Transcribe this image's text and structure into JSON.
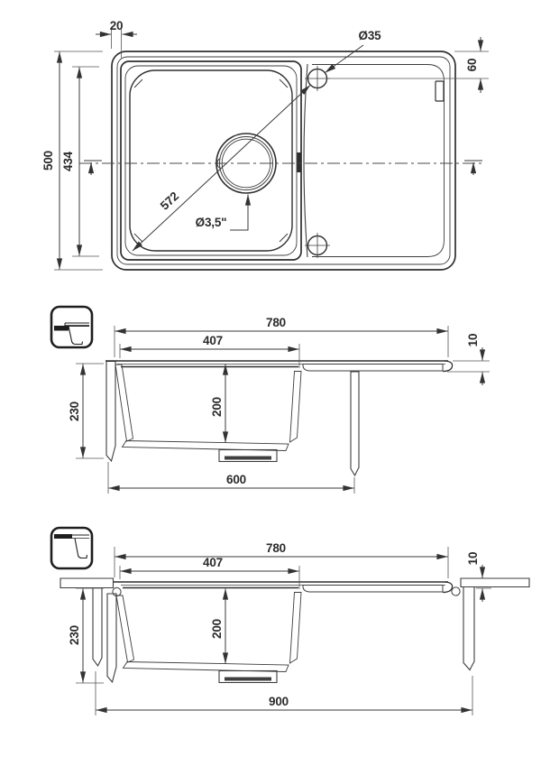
{
  "page": {
    "background": "#ffffff",
    "line_color": "#3a3a3a",
    "text_color": "#2b2b2b",
    "drawing_type": "kitchen sink technical drawing, 3 views"
  },
  "top_view": {
    "dims": {
      "rim_to_bowl": "20",
      "overall_depth": "500",
      "bowl_depth": "434",
      "tap_hole_diameter": "Ø35",
      "tap_hole_offset": "60",
      "corner_to_tap_diagonal": "572",
      "drain_diameter": "Ø3,5\""
    }
  },
  "section_inset": {
    "dims": {
      "overall_width": "780",
      "bowl_width": "407",
      "rim_thickness": "10",
      "overall_height": "230",
      "bowl_inner_depth": "200",
      "cabinet_width": "600"
    }
  },
  "section_flush": {
    "dims": {
      "overall_width": "780",
      "bowl_width": "407",
      "rim_thickness": "10",
      "overall_height": "230",
      "bowl_inner_depth": "200",
      "cabinet_width": "900"
    }
  }
}
